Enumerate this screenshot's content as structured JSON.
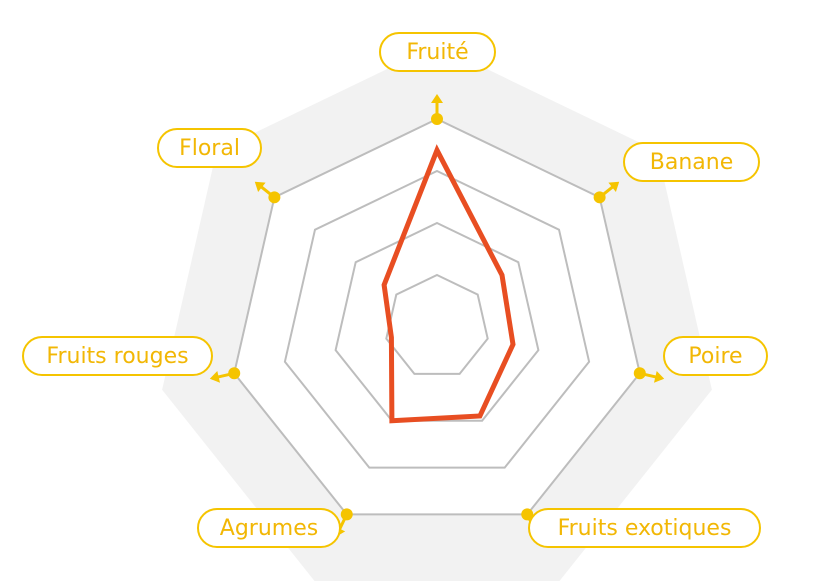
{
  "chart_data": {
    "type": "radar",
    "axes": [
      "Fruité",
      "Banane",
      "Poire",
      "Fruits exotiques",
      "Agrumes",
      "Fruits rouges",
      "Floral"
    ],
    "rings": 4,
    "range": [
      0,
      4
    ],
    "series": [
      {
        "values": [
          3.4,
          1.6,
          1.5,
          1.9,
          2.0,
          0.9,
          1.3
        ]
      }
    ],
    "colors": {
      "series": "#e84e22",
      "grid": "#bdbdbd",
      "backdrop": "#f2f2f2",
      "accent": "#f5c400",
      "label_text": "#f2b705"
    },
    "grid": true
  }
}
